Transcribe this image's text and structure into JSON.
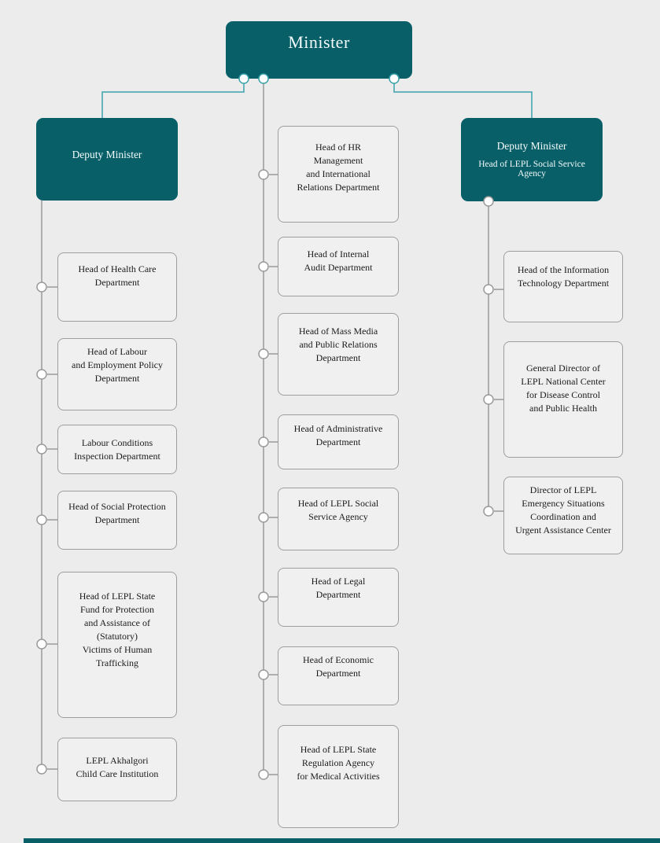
{
  "palette": {
    "teal_box": "#085f68",
    "teal_line": "#3aa2ab",
    "gray_line": "#9a9a9a",
    "node_bg": "#f0f0f0",
    "node_border": "#9e9e9e",
    "page_bg": "#ececec",
    "text": "#1b1b1b"
  },
  "minister": {
    "label": "Minister"
  },
  "deputy_left": {
    "label": "Deputy Minister"
  },
  "deputy_right": {
    "label": "Deputy Minister",
    "sublabel": "Head of LEPL Social Service Agency"
  },
  "left_column": {
    "boxes": [
      {
        "text": "Head of Health Care\nDepartment"
      },
      {
        "text": "Head of Labour\nand Employment Policy\nDepartment"
      },
      {
        "text": "Labour Conditions\nInspection Department"
      },
      {
        "text": "Head of Social Protection\nDepartment"
      },
      {
        "text": "Head of LEPL State\nFund for Protection\nand Assistance of\n(Statutory)\nVictims of Human\nTrafficking"
      },
      {
        "text": "LEPL Akhalgori\nChild Care Institution"
      }
    ]
  },
  "middle_column": {
    "boxes": [
      {
        "text": "Head of HR\nManagement\nand International\nRelations Department"
      },
      {
        "text": "Head of Internal\nAudit Department"
      },
      {
        "text": "Head of Mass Media\nand Public Relations\nDepartment"
      },
      {
        "text": "Head of Administrative\nDepartment"
      },
      {
        "text": "Head of LEPL Social\nService Agency"
      },
      {
        "text": "Head of Legal\nDepartment"
      },
      {
        "text": "Head of Economic\nDepartment"
      },
      {
        "text": "Head of LEPL State\nRegulation Agency\nfor Medical Activities"
      }
    ]
  },
  "right_column": {
    "boxes": [
      {
        "text": "Head of the Information\nTechnology Department"
      },
      {
        "text": "General Director of\nLEPL National Center\nfor Disease Control\nand Public Health"
      },
      {
        "text": "Director of LEPL\nEmergency Situations\nCoordination and\nUrgent Assistance Center"
      }
    ]
  }
}
